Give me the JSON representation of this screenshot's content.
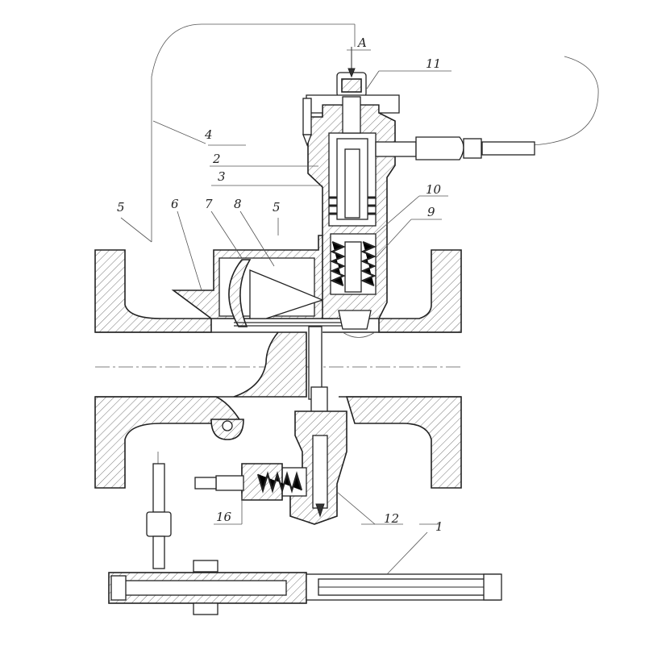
{
  "callouts": [
    {
      "id": "A",
      "text": "A"
    },
    {
      "id": "11",
      "text": "11"
    },
    {
      "id": "4",
      "text": "4"
    },
    {
      "id": "2",
      "text": "2"
    },
    {
      "id": "3",
      "text": "3"
    },
    {
      "id": "10",
      "text": "10"
    },
    {
      "id": "9",
      "text": "9"
    },
    {
      "id": "5a",
      "text": "5"
    },
    {
      "id": "6",
      "text": "6"
    },
    {
      "id": "7",
      "text": "7"
    },
    {
      "id": "8",
      "text": "8"
    },
    {
      "id": "5b",
      "text": "5"
    },
    {
      "id": "16",
      "text": "16"
    },
    {
      "id": "12",
      "text": "12"
    },
    {
      "id": "1",
      "text": "1"
    }
  ]
}
